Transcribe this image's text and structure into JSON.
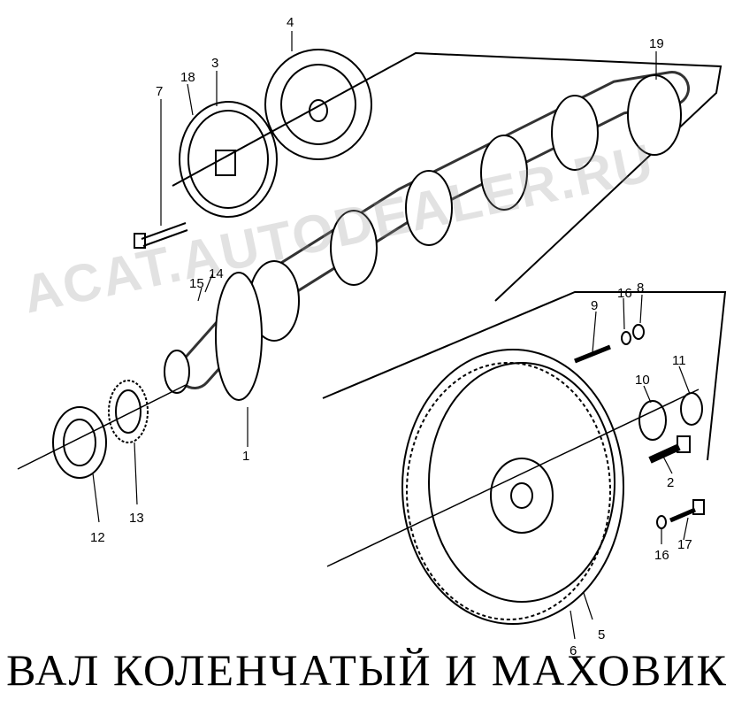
{
  "title": "ВАЛ КОЛЕНЧАТЫЙ И МАХОВИК",
  "watermark": "ACAT.AUTODEALER.RU",
  "callouts": {
    "c1": "1",
    "c2": "2",
    "c3": "3",
    "c4": "4",
    "c5": "5",
    "c6": "6",
    "c7": "7",
    "c8": "8",
    "c9": "9",
    "c10": "10",
    "c11": "11",
    "c12": "12",
    "c13": "13",
    "c14": "14",
    "c15": "15",
    "c16a": "16",
    "c16b": "16",
    "c17": "17",
    "c18": "18",
    "c19": "19"
  }
}
